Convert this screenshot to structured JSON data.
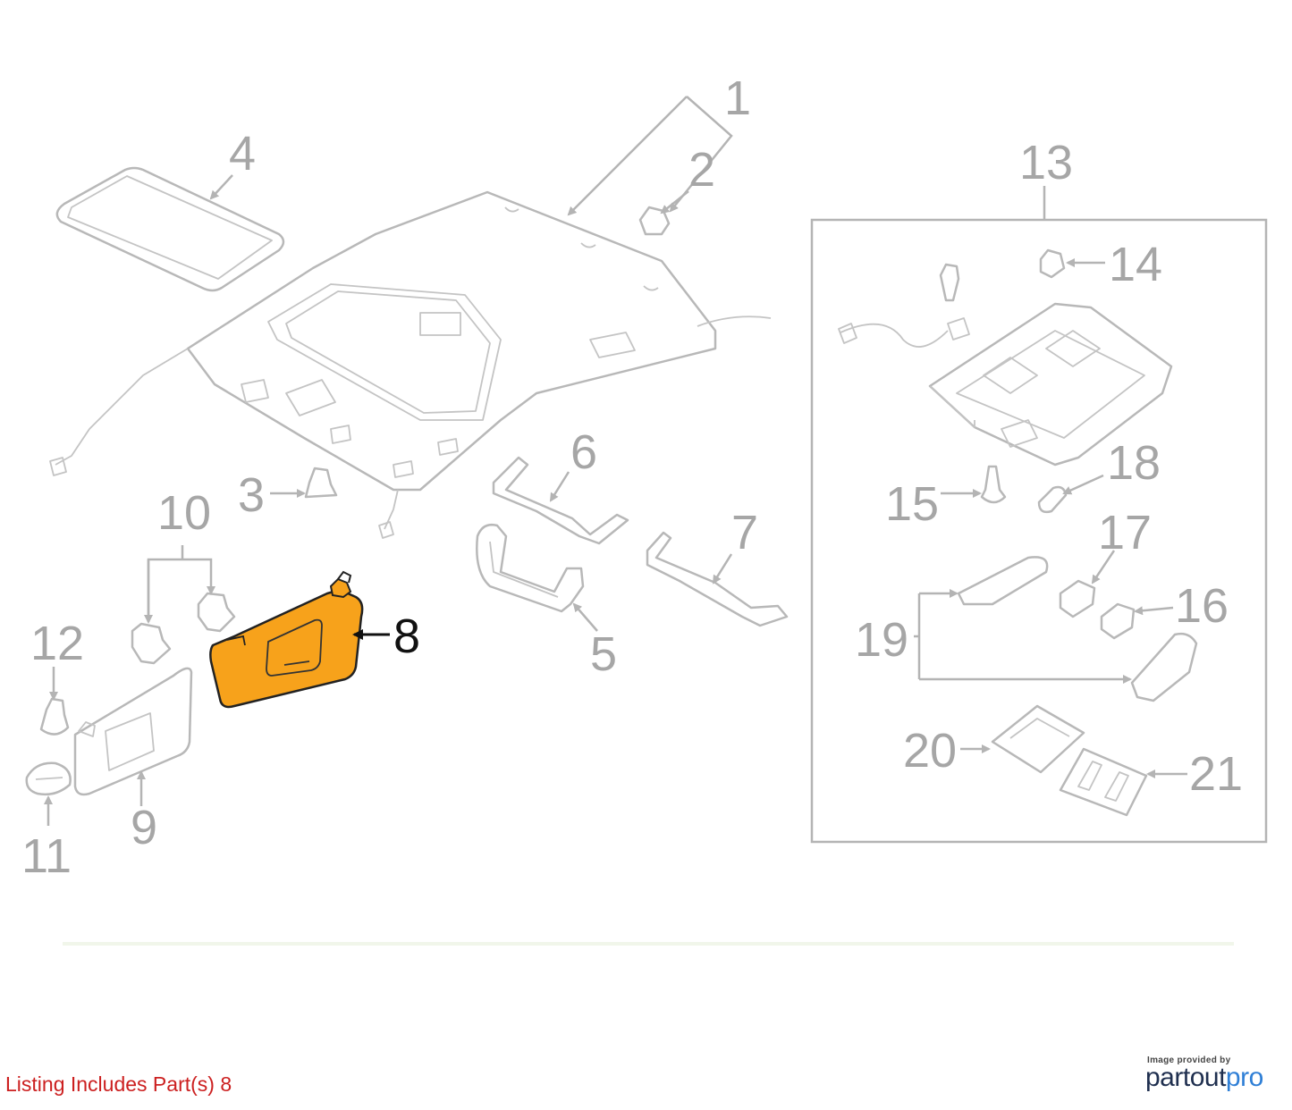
{
  "callouts": {
    "c1": "1",
    "c2": "2",
    "c3": "3",
    "c4": "4",
    "c5": "5",
    "c6": "6",
    "c7": "7",
    "c8": "8",
    "c9": "9",
    "c10": "10",
    "c11": "11",
    "c12": "12",
    "c13": "13",
    "c14": "14",
    "c15": "15",
    "c16": "16",
    "c17": "17",
    "c18": "18",
    "c19": "19",
    "c20": "20",
    "c21": "21"
  },
  "highlighted_part": "8",
  "colors": {
    "highlight_fill": "#f7a21b",
    "highlight_stroke": "#222222",
    "part_outline": "#b8b8b8",
    "listing_text": "#cc2020",
    "brand_dark": "#1f2f4f",
    "brand_blue": "#2f7fd6"
  },
  "footer": {
    "listing_text": "Listing Includes Part(s) 8"
  },
  "credit": {
    "provided_by": "Image provided by",
    "brand_part1": "partout",
    "brand_part2": "pro"
  }
}
